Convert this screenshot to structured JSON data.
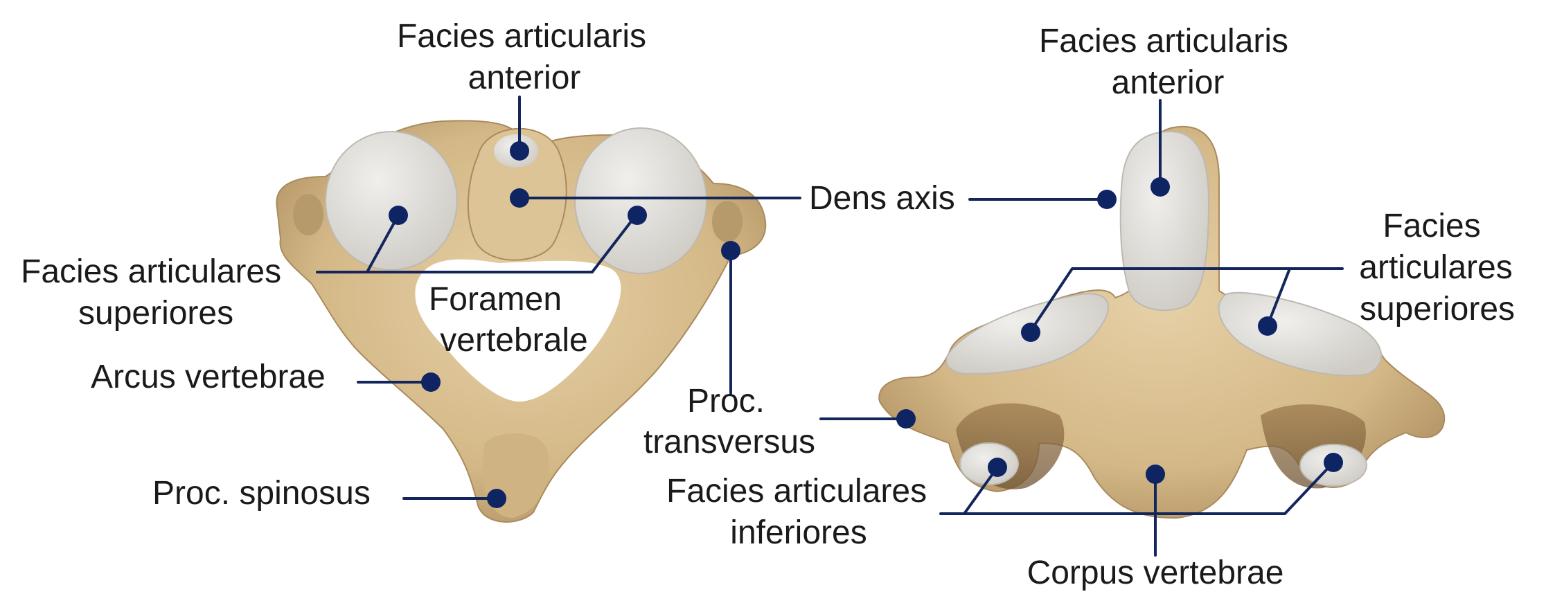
{
  "labels": {
    "top_view_anterior_1": "Facies articularis",
    "top_view_anterior_2": "anterior",
    "dens_axis": "Dens axis",
    "left_sup_1": "Facies articulares",
    "left_sup_2": "superiores",
    "foramen_1": "Foramen",
    "foramen_2": "vertebrale",
    "arcus": "Arcus vertebrae",
    "proc_transversus_1": "Proc.",
    "proc_transversus_2": "transversus",
    "proc_spinosus": "Proc. spinosus",
    "side_view_anterior_1": "Facies articularis",
    "side_view_anterior_2": "anterior",
    "right_sup_1": "Facies",
    "right_sup_2": "articulares",
    "right_sup_3": "superiores",
    "inf_1": "Facies articulares",
    "inf_2": "inferiores",
    "corpus": "Corpus vertebrae"
  },
  "colors": {
    "bone": "#d8bc8e",
    "bone_dark": "#b39566",
    "bone_shadow": "#8f7048",
    "cartilage": "#e3e1dc",
    "leader": "#13265c",
    "dot": "#0f2463",
    "text": "#1a1a1a"
  }
}
